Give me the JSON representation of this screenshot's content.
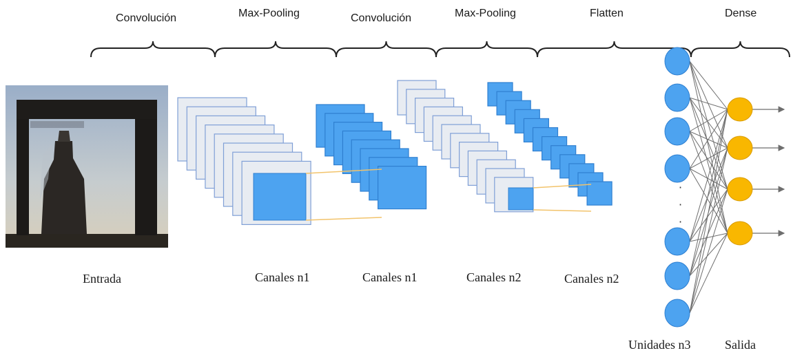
{
  "stages": [
    {
      "label": "Convolución"
    },
    {
      "label": "Max-Pooling"
    },
    {
      "label": "Convolución"
    },
    {
      "label": "Max-Pooling"
    },
    {
      "label": "Flatten"
    },
    {
      "label": "Dense"
    }
  ],
  "captions": {
    "input": "Entrada",
    "block1": "Canales n1",
    "block2": "Canales n1",
    "block3": "Canales n2",
    "block4": "Canales n2",
    "hidden": "Unidades n3",
    "output": "Salida"
  },
  "network": {
    "hidden_units_drawn": 7,
    "output_units_drawn": 4,
    "ellipsis": "·"
  },
  "colors": {
    "feature_map_light_fill": "#e8ecf2",
    "feature_map_light_stroke": "#7f9fd6",
    "feature_map_blue": "#4da3f0",
    "feature_map_blue_stroke": "#2f7fd0",
    "neuron_hidden": "#4da3f0",
    "neuron_output": "#f9b700",
    "connector": "#f2c36b",
    "edge": "#6e6e6e",
    "brace": "#222222"
  }
}
